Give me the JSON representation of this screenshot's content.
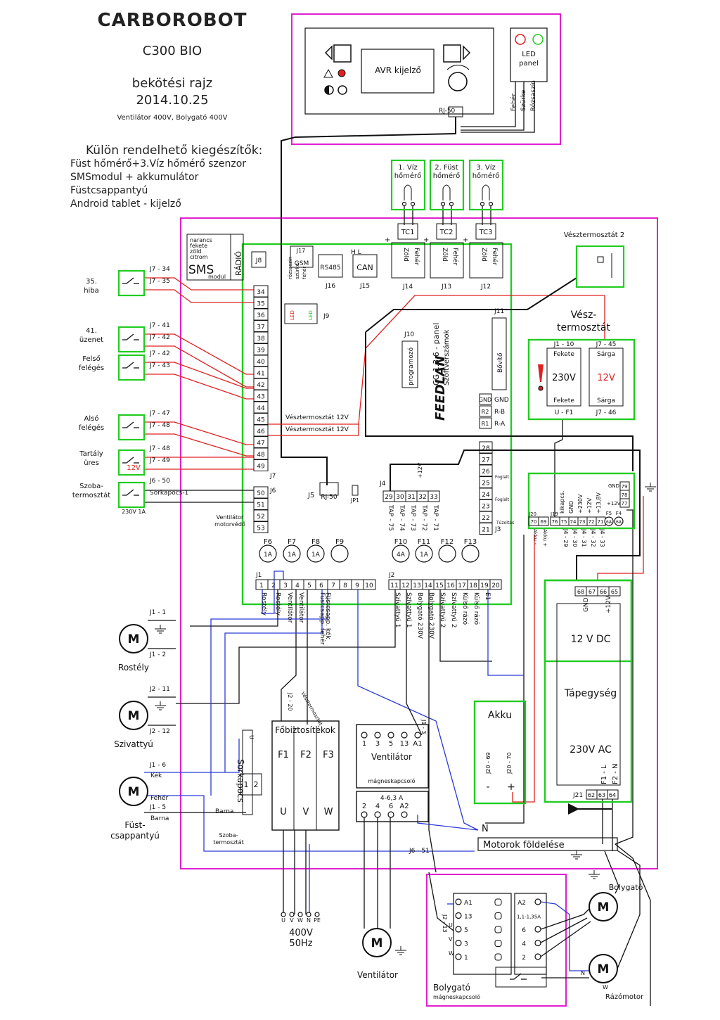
{
  "header": {
    "brand": "CARBOROBOT",
    "model": "C300 BIO",
    "subtitle": "bekötési rajz",
    "date": "2014.10.25",
    "note": "Ventilátor 400V, Bolygató 400V"
  },
  "options": {
    "title": "Külön rendelhető kiegészítők:",
    "items": [
      "Füst hőmérő+3.Víz hőmérő szenzor",
      "SMSmodul + akkumulátor",
      "Füstcsappantyú",
      "Android tablet - kijelző"
    ]
  },
  "display": {
    "label": "AVR kijelző",
    "connector": "RJ-50",
    "led_panel": "LED panel",
    "wires": [
      "Fehér",
      "Szürke",
      "Rózsaszín"
    ]
  },
  "sensors": [
    {
      "title": "1. Víz hőmérő",
      "tc": "TC1",
      "conn": "J14"
    },
    {
      "title": "2. Füst hőmérő",
      "tc": "TC2",
      "conn": "J13"
    },
    {
      "title": "3. Víz hőmérő",
      "tc": "TC3",
      "conn": "J12"
    }
  ],
  "tc_wires": {
    "a": "Zöld",
    "b": "Fehér"
  },
  "board": {
    "name": "FEEDLAN",
    "panel": "CG 1.3.6 - panel",
    "software": "Szoftverszámok",
    "j10": "programozó",
    "j11": "Bővítő",
    "gnd_labels": [
      "GND",
      "R-B",
      "R-A"
    ],
    "gnd_codes": [
      "GND",
      "R2",
      "R1"
    ],
    "sms": [
      "narancs",
      "fekete",
      "zöld",
      "citrom"
    ],
    "sms_big": "SMS",
    "sms_mod": "modul",
    "radio": "RÁDIÓ",
    "j8": "J8",
    "gsm": "GSM",
    "j17": "J17",
    "rs485": "RS485",
    "j16": "J16",
    "can": "CAN",
    "j15": "J15",
    "hl": "H     L",
    "j9": "J9",
    "j9_wires": [
      "rózsaszín",
      "szürke",
      "fehér"
    ],
    "led": "LED",
    "j7": "J7",
    "j6": "J6",
    "j5": "J5",
    "j5_conn": "RJ-50",
    "jp1": "JP1",
    "j4": "J4",
    "j3": "J3",
    "j2": "J2",
    "j1": "J1",
    "foglalt": "Foglalt",
    "tuzoltas": "Tűzoltás",
    "vent_prot": "Ventilátor motorvédő",
    "vt1": "Vésztermosztát 12V",
    "vt2": "Vésztermosztát 12V"
  },
  "j7_left_pins": [
    "34",
    "35",
    "36",
    "37",
    "38",
    "39",
    "40",
    "41",
    "42",
    "43",
    "44",
    "45",
    "46",
    "47",
    "48",
    "49"
  ],
  "j6_pins": [
    "50",
    "51",
    "52",
    "53"
  ],
  "j3_pins": [
    "28",
    "27",
    "26",
    "25",
    "24",
    "23",
    "22",
    "21"
  ],
  "j4_pins": [
    "29",
    "30",
    "31",
    "32",
    "33"
  ],
  "j4_labels": [
    "TAP - 75",
    "TAP - 74",
    "TAP - 73",
    "TAP - 72",
    "TAP - 71"
  ],
  "j4_pm": [
    "+12V"
  ],
  "fuses": [
    {
      "n": "F6",
      "v": "1A"
    },
    {
      "n": "F7",
      "v": "1A"
    },
    {
      "n": "F8",
      "v": "1A"
    },
    {
      "n": "F9",
      "v": ""
    },
    {
      "n": "F10",
      "v": "4A"
    },
    {
      "n": "F11",
      "v": "1A"
    },
    {
      "n": "F12",
      "v": ""
    },
    {
      "n": "F13",
      "v": ""
    }
  ],
  "j1_pins": [
    "1",
    "2",
    "3",
    "4",
    "5",
    "6",
    "7",
    "8",
    "9",
    "10"
  ],
  "j2_pins": [
    "11",
    "12",
    "13",
    "14",
    "15",
    "16",
    "17",
    "18",
    "19",
    "20"
  ],
  "j1_labels": [
    "Rostély",
    "Rostély",
    "Ventilátor",
    "Ventilátor",
    "Füstcsapp. fehér",
    "Füstcsapp. kék"
  ],
  "j2_labels": [
    "Szívattyú 1",
    "Szívattyú 1",
    "Bolygató 230V",
    "Bolygató 230V",
    "Szívattyú 2",
    "Szívattyú 2",
    "Külső rázó",
    "Külső rázó",
    "E1"
  ],
  "left_inputs": [
    {
      "label": "35. hiba",
      "pins": [
        "J7 - 34",
        "J7 - 35"
      ]
    },
    {
      "label": "41. üzenet",
      "pins": [
        "J7 - 41",
        "J7 - 42"
      ]
    },
    {
      "label": "Felső felégés",
      "pins": [
        "J7 - 42",
        "J7 - 43"
      ]
    },
    {
      "label": "Alsó felégés",
      "pins": [
        "J7 - 47",
        "J7 - 48"
      ]
    },
    {
      "label": "Tartály üres",
      "pins": [
        "J7 - 48",
        "J7 - 49"
      ],
      "extra": "12V"
    },
    {
      "label": "Szoba- termosztát",
      "pins": [
        "J6 - 50",
        "Sorkapocs-1"
      ],
      "extra": "230V 1A"
    }
  ],
  "vesz2": "Vésztermosztát 2",
  "vesz": {
    "title": "Vész- termosztát",
    "left_top": "J1 - 10",
    "right_top": "J7 - 45",
    "left_a": "Fekete",
    "left_v": "230V",
    "left_b": "Fekete",
    "left_bot": "U - F1",
    "right_a": "Sárga",
    "right_v": "12V",
    "right_b": "Sárga",
    "right_bot": "J7 - 46"
  },
  "j20": {
    "pins": [
      "70",
      "69"
    ],
    "name": "J20"
  },
  "j19": {
    "pins": [
      "76",
      "75",
      "74",
      "73",
      "72",
      "71"
    ],
    "name": "J19",
    "labels": [
      "kikapcs.",
      "GND",
      "+230V",
      "+12V",
      "+13,8V"
    ]
  },
  "j19_bottom": [
    "J4 - 29",
    "J4 - 30",
    "J4 - 31",
    "J4 - 32",
    "J4 - 33"
  ],
  "akku_bottom": [
    "Akku -",
    "Akku +"
  ],
  "j18": {
    "pins": [
      "79",
      "78",
      "77"
    ],
    "labels": [
      "GND",
      "+12V"
    ],
    "fuses": [
      "F5",
      "F4"
    ],
    "fuse_vals": [
      "6A",
      "6A"
    ]
  },
  "psu": {
    "pins": [
      "68",
      "67",
      "66",
      "65"
    ],
    "top_labels": [
      "GND",
      "+12V"
    ],
    "line1": "12 V DC",
    "line2": "Tápegység",
    "line3": "230V AC",
    "bottom": [
      "F1 - L",
      "F2 - N"
    ],
    "j21": "J21",
    "j21_pins": [
      "62",
      "63",
      "64"
    ]
  },
  "akku": {
    "title": "Akku",
    "minus": "J20 - 69",
    "plus": "J20 - 70",
    "sign_minus": "-",
    "sign_plus": "+"
  },
  "motors": [
    {
      "name": "Rostély",
      "w1": "J1 - 1",
      "w2": "J1 - 2"
    },
    {
      "name": "Szivattyú",
      "w1": "J2 - 11",
      "w2": "J2 - 12"
    },
    {
      "name": "Füst- csappantyú",
      "w1": "J1 - 6",
      "w2": "J1 - 5",
      "w3": "Kék",
      "w4": "Fehér",
      "w5": "Barna"
    }
  ],
  "motor_letter": "M",
  "sorkapocs": {
    "title": "Sorkapocs",
    "terms": [
      "1",
      "2"
    ],
    "barna": "Barna",
    "szoba": "Szoba- termosztát",
    "u": "U"
  },
  "fobiz": {
    "title": "Főbiztosítékok",
    "fuses": [
      "F1",
      "F2",
      "F3"
    ],
    "bottom": [
      "U",
      "V",
      "W"
    ],
    "j2_20": "J2 - 20",
    "v230": "Vésztermosztát 230V"
  },
  "ventmag": {
    "title": "Ventilátor",
    "sub": "mágneskapcsoló",
    "top": [
      "1",
      "3",
      "5",
      "13",
      "A1"
    ],
    "range": "4-6,3 A",
    "bottom": [
      "2",
      "4",
      "6",
      "A2"
    ],
    "j1_3": "J1 - 3"
  },
  "n_bus": "N",
  "foldeles": "Motorok földelése",
  "j6_51": "J6 - 51",
  "mains": {
    "pins": [
      "U",
      "V",
      "W",
      "N",
      "PE"
    ],
    "v": "400V",
    "hz": "50Hz"
  },
  "vent_motor": "Ventilátor",
  "bolygato": {
    "title": "Bolygató",
    "sub": "mágneskapcsoló",
    "left": [
      "A1",
      "13",
      "5",
      "3",
      "1"
    ],
    "right": [
      "A2",
      "1,1-1,35A",
      "6",
      "4",
      "2"
    ],
    "j2_13": "J2 - 13",
    "uvw": [
      "U",
      "V",
      "W"
    ]
  },
  "motor_bolygato": "Bolygató",
  "motor_razo": "Rázómotor",
  "razo_n": "N",
  "razo_w": "W",
  "colors": {
    "magenta": "#e020d0",
    "green": "#22cc22",
    "red": "#e02020",
    "blue": "#2a3ad8",
    "black": "#111"
  }
}
